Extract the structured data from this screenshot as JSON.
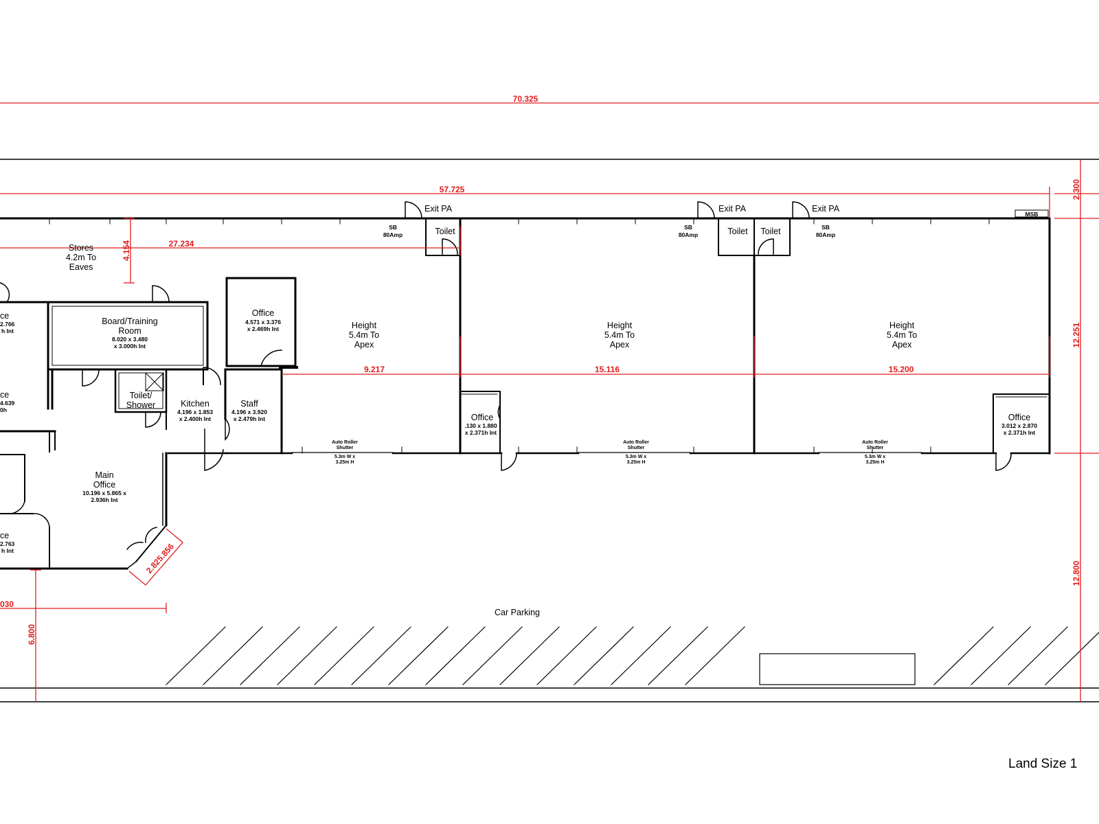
{
  "dimensions": {
    "overall_width": "70.325",
    "building_width": "57.725",
    "stores_width": "27.234",
    "stores_depth": "4.154",
    "bay1_width": "9.217",
    "bay2_width": "15.116",
    "bay3_width": "15.200",
    "setback_top": "2.300",
    "building_depth": "12.251",
    "parking_depth": "12.800",
    "front_left_depth": "6.800",
    "front_offset": "030",
    "corner_dim": "2.825.856"
  },
  "rooms": {
    "stores": {
      "name": "Stores",
      "line2": "4.2m To",
      "line3": "Eaves"
    },
    "board_room": {
      "name": "Board/Training",
      "name2": "Room",
      "size": "8.020 x 3.480",
      "size2": "x 3.000h Int"
    },
    "office_center": {
      "name": "Office",
      "size": "4.571 x 3.376",
      "size2": "x 2.469h Int"
    },
    "kitchen": {
      "name": "Kitchen",
      "size": "4.196 x 1.853",
      "size2": "x 2.400h Int"
    },
    "staff": {
      "name": "Staff",
      "size": "4.196 x 3.920",
      "size2": "x 2.479h Int"
    },
    "toilet_shower": {
      "name": "Toilet/",
      "name2": "Shower"
    },
    "main_office": {
      "name": "Main",
      "name2": "Office",
      "size": "10.196 x 5.865 x",
      "size2": "2.936h Int"
    },
    "left_office_1": {
      "name": "ce",
      "size": "2.766",
      "size2": "h Int"
    },
    "left_office_2": {
      "name": "ce",
      "size": "4.639",
      "size2": "0h"
    },
    "left_office_3": {
      "name": "ce",
      "size": "2.763",
      "size2": "h Int"
    },
    "bay1_office": {
      "name": "Office",
      "size": ".130 x 1.880",
      "size2": "x 2.371h Int"
    },
    "bay3_office": {
      "name": "Office",
      "size": "3.012 x 2.870",
      "size2": "x 2.371h Int"
    }
  },
  "bays": [
    {
      "h1": "Height",
      "h2": "5.4m To",
      "h3": "Apex"
    },
    {
      "h1": "Height",
      "h2": "5.4m To",
      "h3": "Apex"
    },
    {
      "h1": "Height",
      "h2": "5.4m To",
      "h3": "Apex"
    }
  ],
  "shutter": {
    "l1": "Auto Roller",
    "l2": "Shutter",
    "l3": "5.3m W x",
    "l4": "3.25m H"
  },
  "labels": {
    "exit": "Exit  PA",
    "toilet": "Toilet",
    "sb": "SB",
    "amp": "80Amp",
    "msb": "MSB",
    "car_parking": "Car  Parking",
    "land_size": "Land  Size  1"
  }
}
